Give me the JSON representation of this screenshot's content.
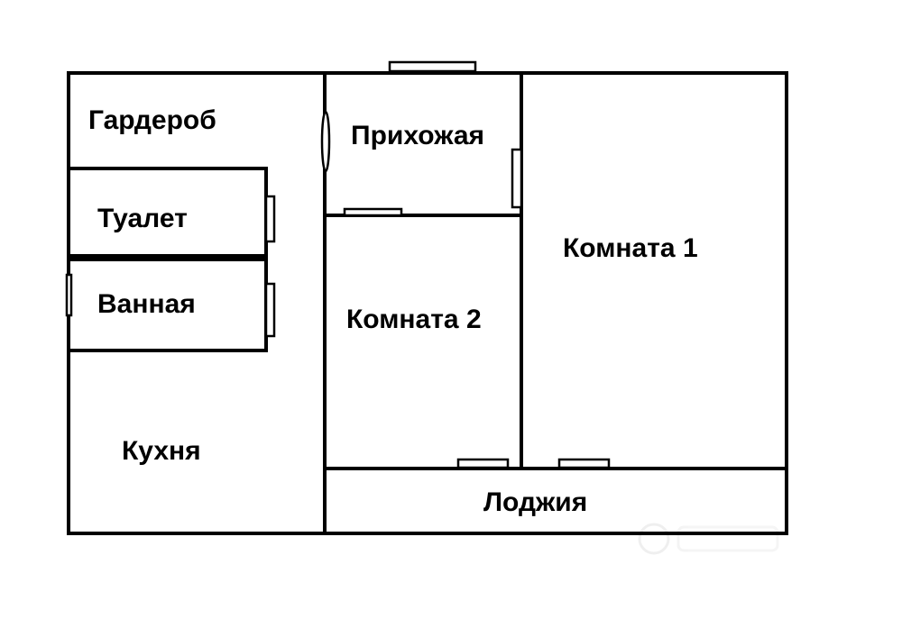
{
  "colors": {
    "wall": "#000000",
    "background": "#ffffff",
    "watermark": "#e8e8e8"
  },
  "rooms": {
    "wardrobe": "Гардероб",
    "toilet": "Туалет",
    "bathroom": "Ванная",
    "kitchen": "Кухня",
    "hallway": "Прихожая",
    "room2": "Комната 2",
    "room1": "Комната 1",
    "loggia": "Лоджия"
  }
}
